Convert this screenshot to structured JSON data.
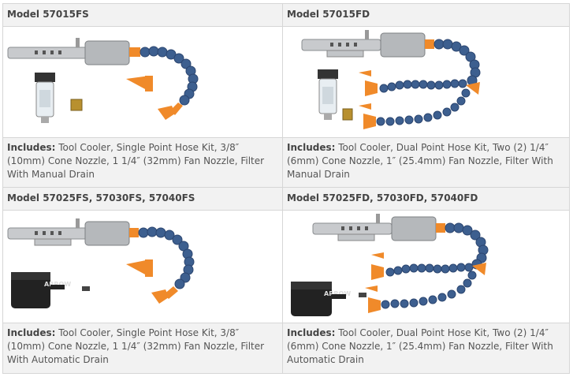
{
  "products": [
    {
      "model": "Model 57015FS",
      "includes_label": "Includes:",
      "includes_text": " Tool Cooler, Single Point Hose Kit, 3/8″ (10mm) Cone Nozzle, 1 1/4″ (32mm) Fan Nozzle, Filter With Manual Drain"
    },
    {
      "model": "Model 57015FD",
      "includes_label": "Includes:",
      "includes_text": " Tool Cooler, Dual Point Hose Kit, Two (2) 1/4″ (6mm) Cone Nozzle, 1″ (25.4mm) Fan Nozzle, Filter With Manual Drain"
    },
    {
      "model": "Model 57025FS, 57030FS, 57040FS",
      "includes_label": "Includes:",
      "includes_text": " Tool Cooler, Single Point Hose Kit, 3/8″ (10mm) Cone Nozzle, 1 1/4″ (32mm) Fan Nozzle, Filter With Automatic Drain"
    },
    {
      "model": "Model 57025FD, 57030FD, 57040FD",
      "includes_label": "Includes:",
      "includes_text": " Tool Cooler, Dual Point Hose Kit, Two (2) 1/4″ (6mm) Cone Nozzle, 1″ (25.4mm) Fan Nozzle, Filter With Automatic Drain"
    }
  ],
  "brand_text": "ARROW",
  "colors": {
    "hose": "#3d5f8f",
    "nozzle": "#f08a2a",
    "steel": "#b9bcc0",
    "filter_black": "#222222"
  }
}
